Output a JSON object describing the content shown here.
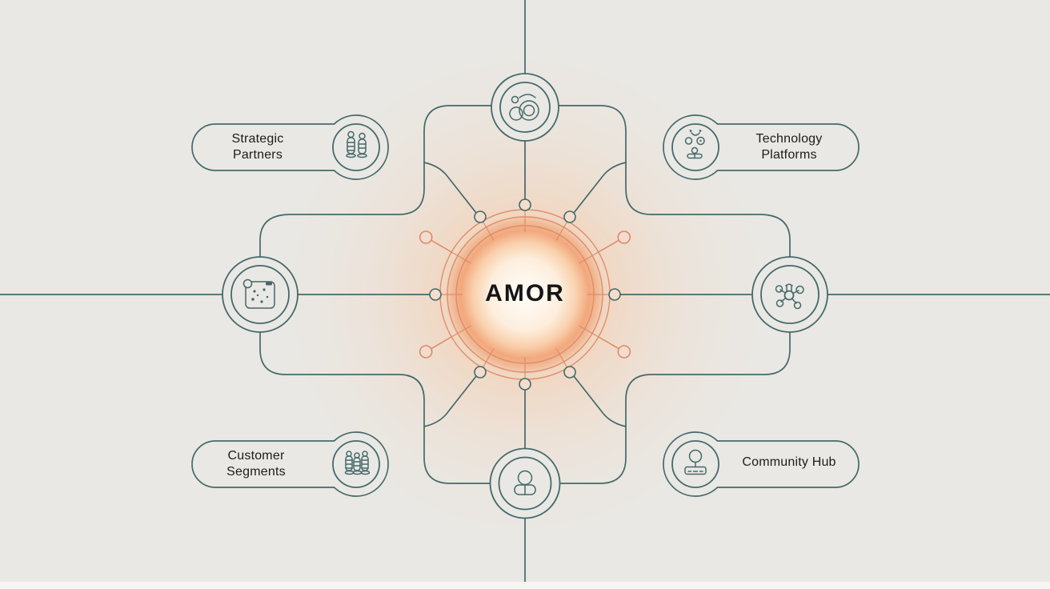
{
  "center": {
    "label": "AMOR"
  },
  "pills": {
    "strategic_partners": {
      "line1": "Strategic",
      "line2": "Partners",
      "icon": "pillars-pair-icon"
    },
    "technology_platforms": {
      "line1": "Technology",
      "line2": "Platforms",
      "icon": "org-network-icon"
    },
    "customer_segments": {
      "line1": "Customer",
      "line2": "Segments",
      "icon": "pillars-trio-icon"
    },
    "community_hub": {
      "label": "Community Hub",
      "icon": "person-stamp-icon"
    }
  },
  "orb_nodes": {
    "top": {
      "icon": "snail-icon"
    },
    "left": {
      "icon": "canvas-dots-icon"
    },
    "right": {
      "icon": "molecule-icon"
    },
    "bottom": {
      "icon": "person-icon"
    }
  },
  "colors": {
    "background": "#e9e8e4",
    "line_teal": "#45696a",
    "accent_orange": "#e08966",
    "text": "#1c1c1c",
    "glow_center": "#fffdf6"
  }
}
